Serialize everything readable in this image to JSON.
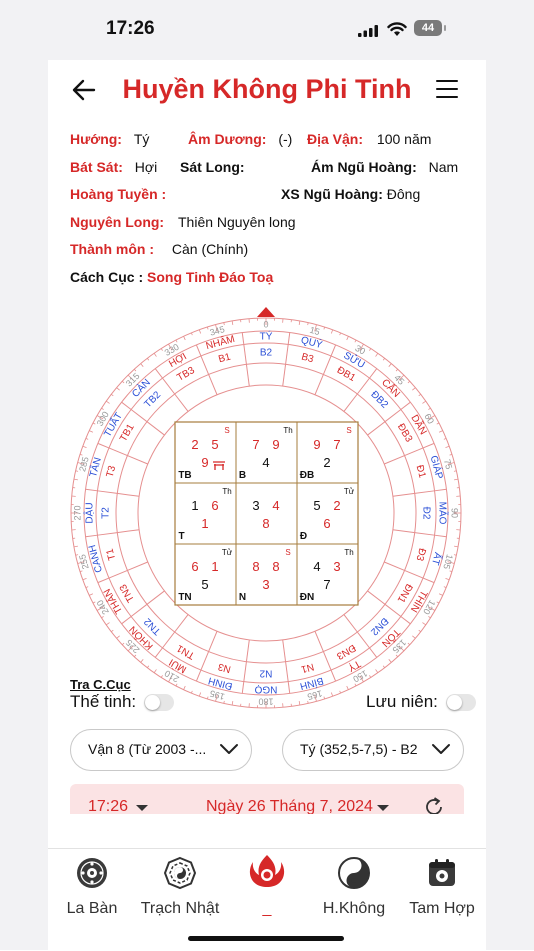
{
  "status": {
    "time": "17:26",
    "battery": "44"
  },
  "header": {
    "title": "Huyền Không Phi Tinh"
  },
  "info": {
    "huong_label": "Hướng:",
    "huong": "Tý",
    "amduong_label": "Âm Dương:",
    "amduong": "(-)",
    "diavan_label": "Địa Vận:",
    "diavan": "100 năm",
    "batsat_label": "Bát Sát:",
    "batsat": "Hợi",
    "satlong_label": "Sát Long:",
    "amngu_label": "Ám Ngũ Hoàng:",
    "amngu": "Nam",
    "hoangtuyen_label": "Hoàng Tuyền :",
    "xsngu_label": "XS Ngũ Hoàng:",
    "xsngu": "Đông",
    "nguyenlong_label": "Nguyên Long:",
    "nguyenlong": "Thiên Nguyên long",
    "thanhmon_label": "Thành môn :",
    "thanhmon": "Càn (Chính)",
    "cachcuc_label": "Cách Cục :",
    "cachcuc": "Song Tinh Đáo Toạ"
  },
  "compass": {
    "degrees": [
      {
        "deg": 0,
        "t": "0"
      },
      {
        "deg": 15,
        "t": "15"
      },
      {
        "deg": 30,
        "t": "30"
      },
      {
        "deg": 45,
        "t": "45"
      },
      {
        "deg": 60,
        "t": "60"
      },
      {
        "deg": 75,
        "t": "75"
      },
      {
        "deg": 90,
        "t": "90"
      },
      {
        "deg": 105,
        "t": "105"
      },
      {
        "deg": 120,
        "t": "120"
      },
      {
        "deg": 135,
        "t": "135"
      },
      {
        "deg": 150,
        "t": "150"
      },
      {
        "deg": 165,
        "t": "165"
      },
      {
        "deg": 180,
        "t": "180"
      },
      {
        "deg": 195,
        "t": "195"
      },
      {
        "deg": 210,
        "t": "210"
      },
      {
        "deg": 225,
        "t": "225"
      },
      {
        "deg": 240,
        "t": "240"
      },
      {
        "deg": 255,
        "t": "255"
      },
      {
        "deg": 270,
        "t": "270"
      },
      {
        "deg": 285,
        "t": "285"
      },
      {
        "deg": 300,
        "t": "300"
      },
      {
        "deg": 315,
        "t": "315"
      },
      {
        "deg": 330,
        "t": "330"
      },
      {
        "deg": 345,
        "t": "345"
      }
    ],
    "mountains": [
      {
        "deg": 0,
        "t": "TÝ"
      },
      {
        "deg": 15,
        "t": "QUÝ"
      },
      {
        "deg": 30,
        "t": "SỬU"
      },
      {
        "deg": 45,
        "t": "CẤN"
      },
      {
        "deg": 60,
        "t": "DẦN"
      },
      {
        "deg": 75,
        "t": "GIÁP"
      },
      {
        "deg": 90,
        "t": "MÃO"
      },
      {
        "deg": 105,
        "t": "ẤT"
      },
      {
        "deg": 120,
        "t": "THÌN"
      },
      {
        "deg": 135,
        "t": "TỐN"
      },
      {
        "deg": 150,
        "t": "TỴ"
      },
      {
        "deg": 165,
        "t": "BÍNH"
      },
      {
        "deg": 180,
        "t": "NGỌ"
      },
      {
        "deg": 195,
        "t": "ĐINH"
      },
      {
        "deg": 210,
        "t": "MÙI"
      },
      {
        "deg": 225,
        "t": "KHÔN"
      },
      {
        "deg": 240,
        "t": "THÂN"
      },
      {
        "deg": 255,
        "t": "CANH"
      },
      {
        "deg": 270,
        "t": "DẬU"
      },
      {
        "deg": 285,
        "t": "TÂN"
      },
      {
        "deg": 300,
        "t": "TUẤT"
      },
      {
        "deg": 315,
        "t": "CÀN"
      },
      {
        "deg": 330,
        "t": "HỢI"
      },
      {
        "deg": 345,
        "t": "NHÂM"
      }
    ],
    "sectors": [
      {
        "deg": 0,
        "t": "B2"
      },
      {
        "deg": 15,
        "t": "B3"
      },
      {
        "deg": 30,
        "t": "ĐB1"
      },
      {
        "deg": 45,
        "t": "ĐB2"
      },
      {
        "deg": 60,
        "t": "ĐB3"
      },
      {
        "deg": 75,
        "t": "Đ1"
      },
      {
        "deg": 90,
        "t": "Đ2"
      },
      {
        "deg": 105,
        "t": "Đ3"
      },
      {
        "deg": 120,
        "t": "ĐN1"
      },
      {
        "deg": 135,
        "t": "ĐN2"
      },
      {
        "deg": 150,
        "t": "ĐN3"
      },
      {
        "deg": 165,
        "t": "N1"
      },
      {
        "deg": 180,
        "t": "N2"
      },
      {
        "deg": 195,
        "t": "N3"
      },
      {
        "deg": 210,
        "t": "TN1"
      },
      {
        "deg": 225,
        "t": "TN2"
      },
      {
        "deg": 240,
        "t": "TN3"
      },
      {
        "deg": 255,
        "t": "T1"
      },
      {
        "deg": 270,
        "t": "T2"
      },
      {
        "deg": 285,
        "t": "T3"
      },
      {
        "deg": 300,
        "t": "TB1"
      },
      {
        "deg": 315,
        "t": "TB2"
      },
      {
        "deg": 330,
        "t": "TB3"
      },
      {
        "deg": 345,
        "t": "B1"
      }
    ],
    "grid": [
      {
        "a": "2",
        "b": "5",
        "c": "9",
        "tag": "S",
        "lbl": "TB",
        "temple": true
      },
      {
        "a": "7",
        "b": "9",
        "c": "4",
        "tag": "Th",
        "lbl": "B"
      },
      {
        "a": "9",
        "b": "7",
        "c": "2",
        "tag": "S",
        "lbl": "ĐB"
      },
      {
        "a": "1",
        "b": "6",
        "c": "1",
        "tag": "Th",
        "lbl": "T"
      },
      {
        "a": "3",
        "b": "4",
        "c": "8",
        "tag": "",
        "lbl": ""
      },
      {
        "a": "5",
        "b": "2",
        "c": "6",
        "tag": "Tử",
        "lbl": "Đ"
      },
      {
        "a": "6",
        "b": "1",
        "c": "5",
        "tag": "Tử",
        "lbl": "TN"
      },
      {
        "a": "8",
        "b": "8",
        "c": "3",
        "tag": "S",
        "lbl": "N"
      },
      {
        "a": "4",
        "b": "3",
        "c": "7",
        "tag": "Th",
        "lbl": "ĐN"
      }
    ]
  },
  "controls": {
    "tra_cuc": "Tra C.Cục",
    "the_tinh": "Thế tinh:",
    "luu_nien": "Lưu niên:",
    "van_select": "Vận 8 (Từ 2003 -...",
    "huong_select": "Tý (352,5-7,5) - B2",
    "time_value": "17:26",
    "date_value": "Ngày 26 Tháng 7, 2024"
  },
  "tabs": [
    {
      "label": "La Bàn"
    },
    {
      "label": "Trạch Nhật"
    },
    {
      "label": "_"
    },
    {
      "label": "H.Không"
    },
    {
      "label": "Tam Hợp"
    }
  ],
  "colors": {
    "accent": "#d62828",
    "blue": "#2b4fd6",
    "gold": "#a67c3d"
  }
}
